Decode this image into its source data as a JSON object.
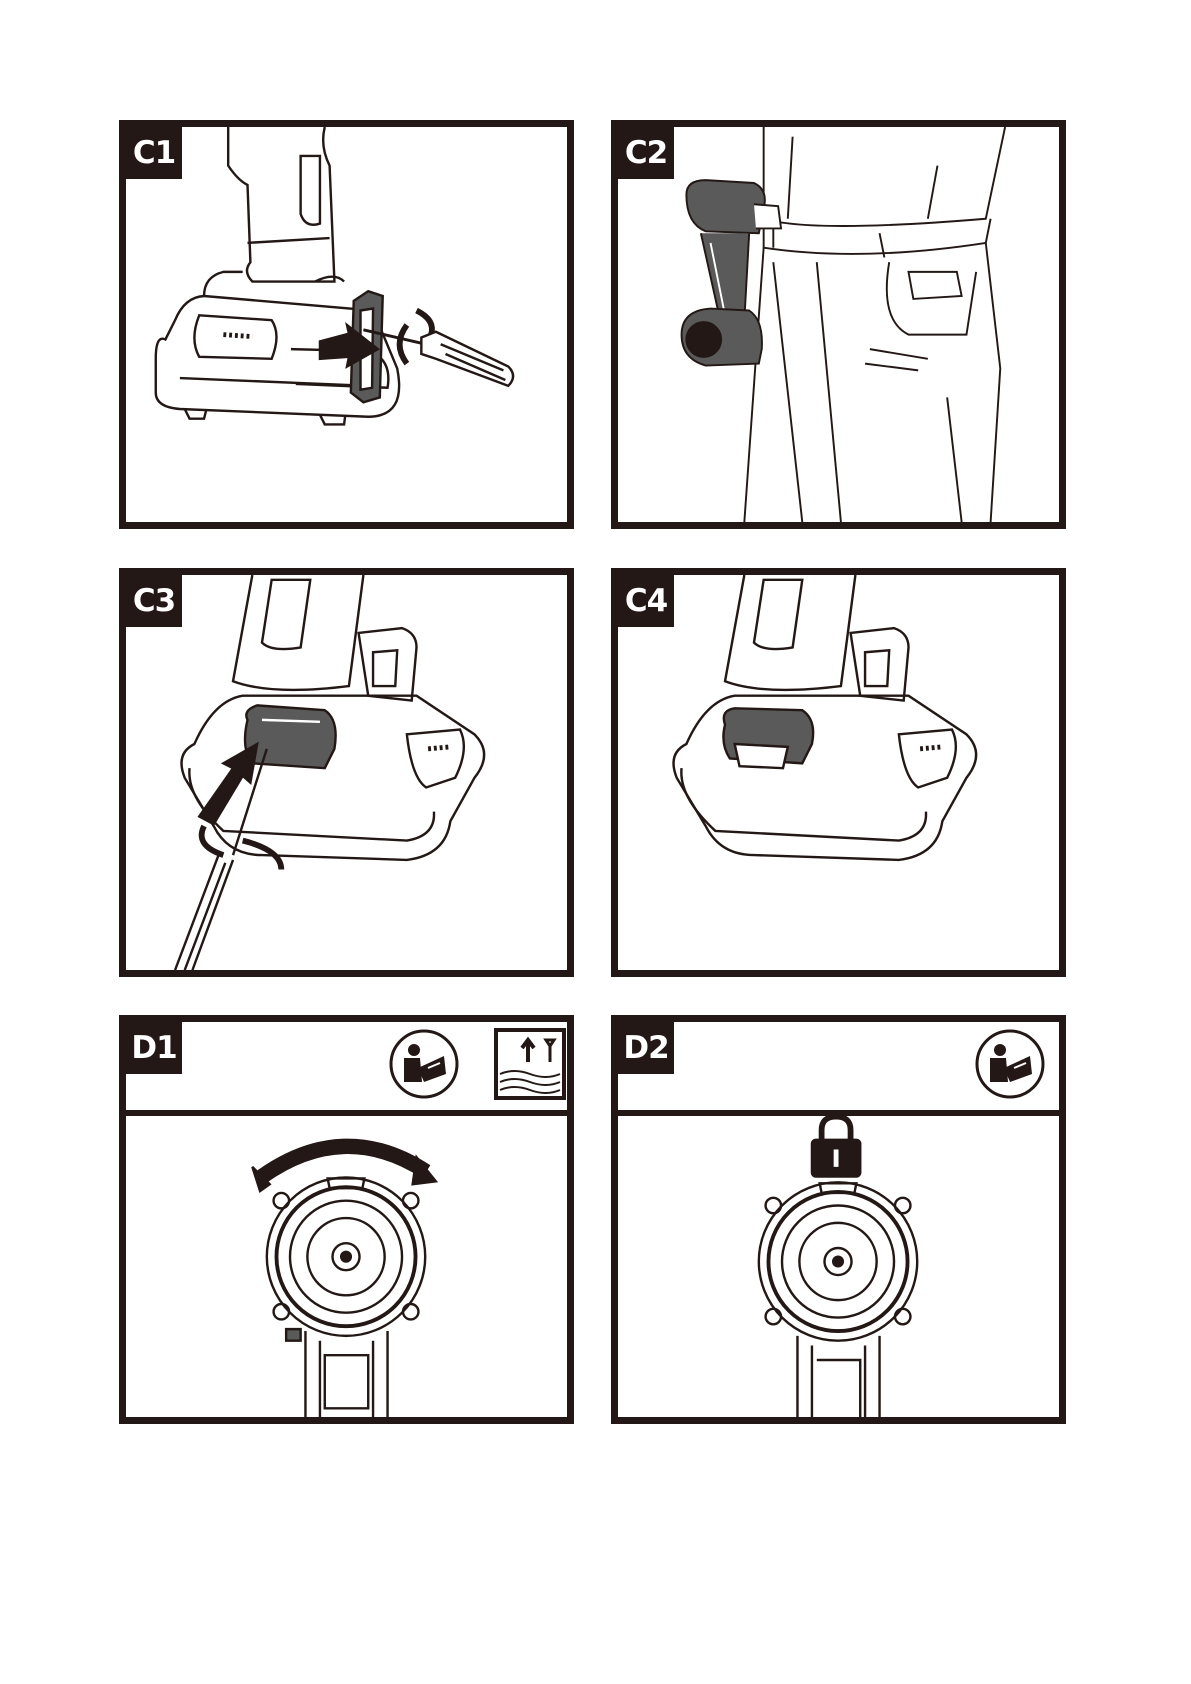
{
  "panels": {
    "c1": {
      "label": "C1"
    },
    "c2": {
      "label": "C2"
    },
    "c3": {
      "label": "C3"
    },
    "c4": {
      "label": "C4"
    },
    "d1": {
      "label": "D1"
    },
    "d2": {
      "label": "D2"
    }
  },
  "icons": {
    "manual": "read-manual-icon",
    "surface": "surface-mounting-icon",
    "lock": "lock-icon"
  },
  "colors": {
    "ink": "#231815",
    "shade": "#5a5a5a"
  }
}
